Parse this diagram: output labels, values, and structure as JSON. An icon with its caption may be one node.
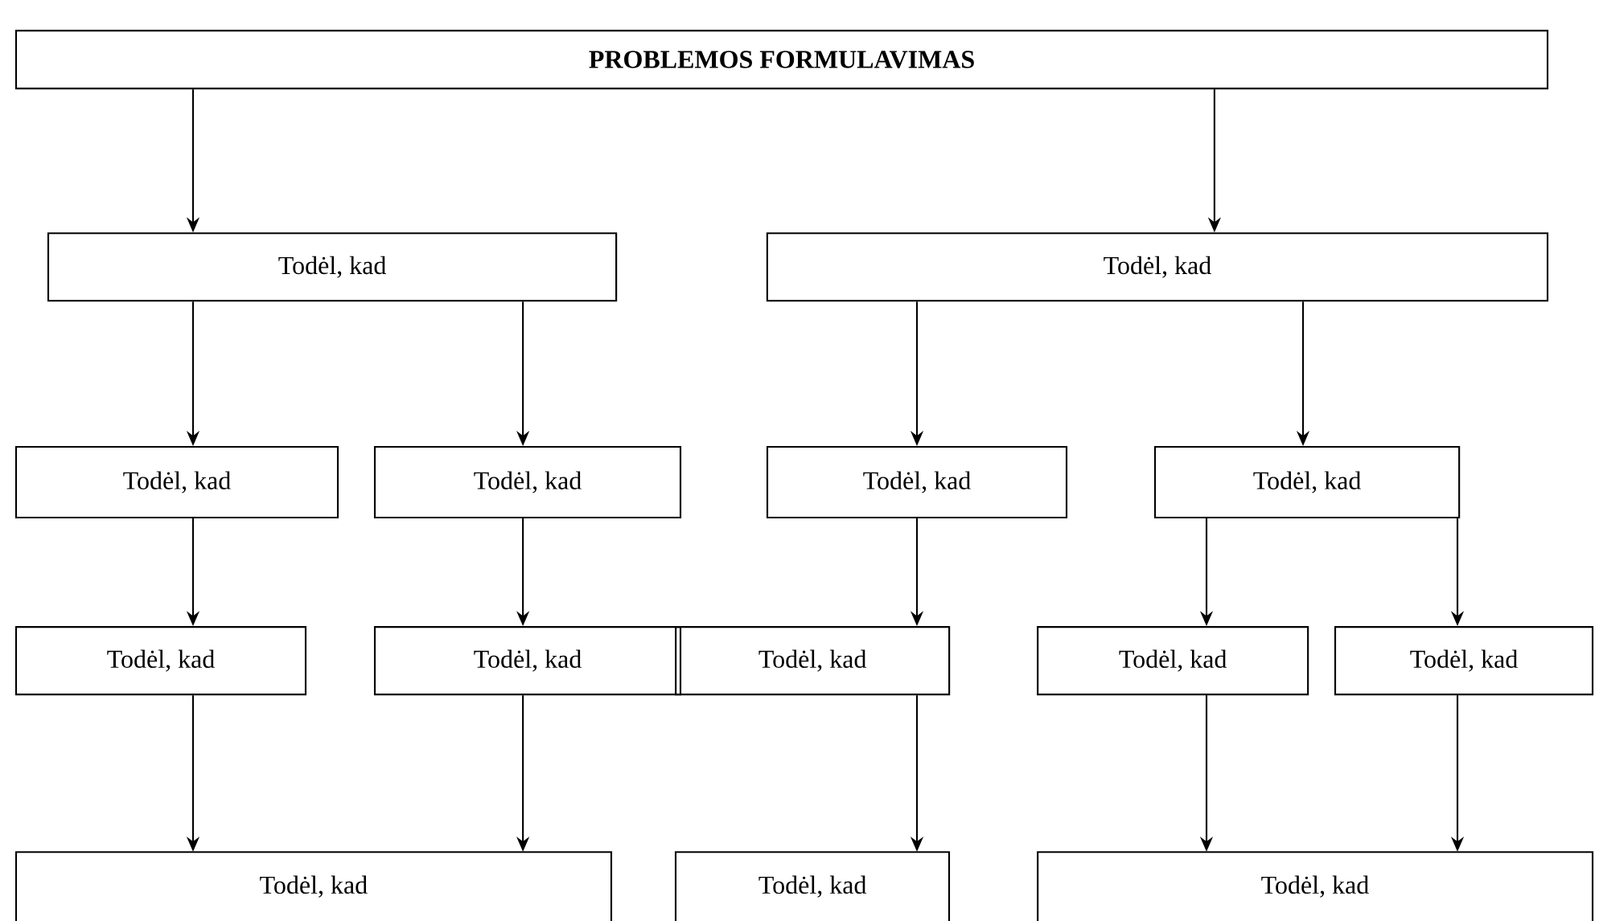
{
  "diagram": {
    "nodes": [
      {
        "text": [
          "PROBLEMOS FORMULAVIMAS"
        ]
      },
      {
        "text": [
          "Todėl, kad"
        ]
      },
      {
        "text": [
          "Todėl, kad"
        ]
      },
      {
        "text": [
          "Todėl, kad"
        ]
      },
      {
        "text": [
          "Todėl, kad"
        ]
      },
      {
        "text": [
          "Todėl, kad"
        ]
      },
      {
        "text": [
          "Todėl, kad"
        ]
      },
      {
        "text": [
          "Todėl, kad"
        ]
      },
      {
        "text": [
          "Todėl, kad"
        ]
      },
      {
        "text": [
          "Todėl, kad"
        ]
      },
      {
        "text": [
          "Todėl, kad"
        ]
      },
      {
        "text": [
          "Todėl, kad"
        ]
      },
      {
        "text": [
          "Todėl, kad"
        ]
      },
      {
        "text": [
          "Todėl, kad"
        ]
      },
      {
        "text": [
          "Todėl, kad"
        ]
      }
    ],
    "edges": [
      {
        "from": 0,
        "to": 1,
        "arrow": "to"
      },
      {
        "from": 0,
        "to": 2,
        "arrow": "to"
      },
      {
        "from": 1,
        "to": 3,
        "arrow": "to"
      },
      {
        "from": 1,
        "to": 4,
        "arrow": "to"
      },
      {
        "from": 2,
        "to": 5,
        "arrow": "to"
      },
      {
        "from": 2,
        "to": 6,
        "arrow": "to"
      },
      {
        "from": 3,
        "to": 7,
        "arrow": "to"
      },
      {
        "from": 4,
        "to": 8,
        "arrow": "to"
      },
      {
        "from": 5,
        "to": 9,
        "arrow": "to"
      },
      {
        "from": 6,
        "to": 10,
        "arrow": "to"
      },
      {
        "from": 6,
        "to": 11,
        "arrow": "to"
      },
      {
        "from": 7,
        "to": 12,
        "arrow": "to"
      },
      {
        "from": 8,
        "to": 12,
        "arrow": "to"
      },
      {
        "from": 9,
        "to": 13,
        "arrow": "to"
      },
      {
        "from": 10,
        "to": 14,
        "arrow": "to"
      },
      {
        "from": 11,
        "to": 14,
        "arrow": "to"
      }
    ]
  }
}
